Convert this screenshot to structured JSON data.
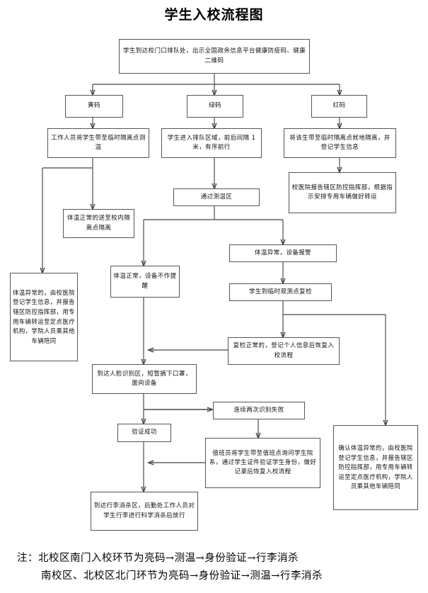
{
  "title": "学生入校流程图",
  "nodes": {
    "start": "学生到达校门口排队处，出示全国政务信息平台健康防疫码、健康二维码",
    "yellow_code": "黄码",
    "green_code": "绿码",
    "red_code": "红码",
    "yellow_action": "工作人员将学生带至临时隔离点测温",
    "green_action": "学生进入排队区域，前后间隔 1 米，有序前行",
    "red_action": "将该生带至临时隔离点就地隔离，并登记学生信息",
    "red_report": "校医院报告辖区防控指挥部，根据指示安排专用车辆做好转运",
    "pass_temp_zone": "通过测温区",
    "yellow_normal": "体温正常的送至校内隔离点隔离",
    "yellow_abnormal": "体温异常的，由校医院登记学生信息，并报告辖区防控指挥部，用专用车辆转运至定点医疗机构，学院人员乘其他车辆陪同",
    "temp_normal": "体温正常，设备不作提醒",
    "temp_abnormal": "体温异常，设备报警",
    "recheck": "学生到临时观测点复检",
    "recheck_normal": "复检正常的，登记个人信息后恢复入校流程",
    "recheck_abnormal": "确认体温异常的，由校医院登记学生信息，并报告辖区防控指挥部，用专用车辆转运至定点医疗机构，学院人员乘其他车辆陪同",
    "face_area": "到达人脸识别区，短暂摘下口罩，面向设备",
    "verify_ok": "验证成功",
    "fail_twice": "连续两次识别失败",
    "duty_staff": "值班员将学生带至值班点询问学生院系，通过学生证件验证学生身份，做好记录后恢复入校流程",
    "luggage": "到达行李消杀区，后勤处工作人员对学生行李进行科学消杀后放行"
  },
  "note": {
    "line1": "注：北校区南门入校环节为亮码→测温→身份验证→行李消杀",
    "line2": "南校区、北校区北门环节为亮码→身份验证→测温→行李消杀"
  },
  "colors": {
    "box_border": "#555555",
    "line": "#444444",
    "text": "#111111",
    "background": "#ffffff"
  }
}
